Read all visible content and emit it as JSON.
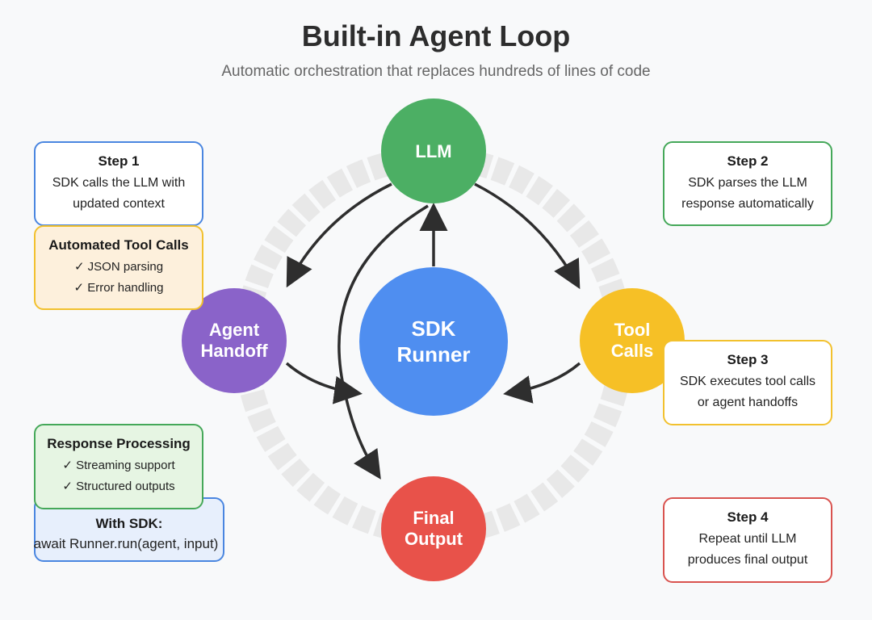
{
  "header": {
    "title": "Built-in Agent Loop",
    "subtitle": "Automatic orchestration that replaces hundreds of lines of code"
  },
  "nodes": {
    "llm": {
      "line1": "LLM",
      "color": "#4caf64"
    },
    "sdk_runner": {
      "line1": "SDK",
      "line2": "Runner",
      "color": "#4f8ef0"
    },
    "agent_handoff": {
      "line1": "Agent",
      "line2": "Handoff",
      "color": "#8a63c9"
    },
    "tool_calls": {
      "line1": "Tool",
      "line2": "Calls",
      "color": "#f6c026"
    },
    "final_output": {
      "line1": "Final",
      "line2": "Output",
      "color": "#e8524a"
    }
  },
  "steps": [
    {
      "title": "Step 1",
      "line1": "SDK calls the LLM with",
      "line2": "updated context",
      "color": "#4a86e0"
    },
    {
      "title": "Step 2",
      "line1": "SDK parses the LLM",
      "line2": "response automatically",
      "color": "#45a859"
    },
    {
      "title": "Step 3",
      "line1": "SDK executes tool calls",
      "line2": "or agent handoffs",
      "color": "#f2c12e"
    },
    {
      "title": "Step 4",
      "line1": "Repeat until LLM",
      "line2": "produces final output",
      "color": "#d9534f"
    }
  ],
  "features": {
    "automated_tool_calls": {
      "title": "Automated Tool Calls",
      "items": [
        "✓ JSON parsing",
        "✓ Error handling"
      ],
      "color": "#f2c12e",
      "bg": "#fdf0dc"
    },
    "response_processing": {
      "title": "Response Processing",
      "items": [
        "✓ Streaming support",
        "✓ Structured outputs"
      ],
      "color": "#45a859",
      "bg": "#e6f5e3"
    },
    "with_sdk": {
      "title": "With SDK:",
      "code": "await Runner.run(agent, input)",
      "color": "#4a86e0",
      "bg": "#e7effc"
    }
  }
}
